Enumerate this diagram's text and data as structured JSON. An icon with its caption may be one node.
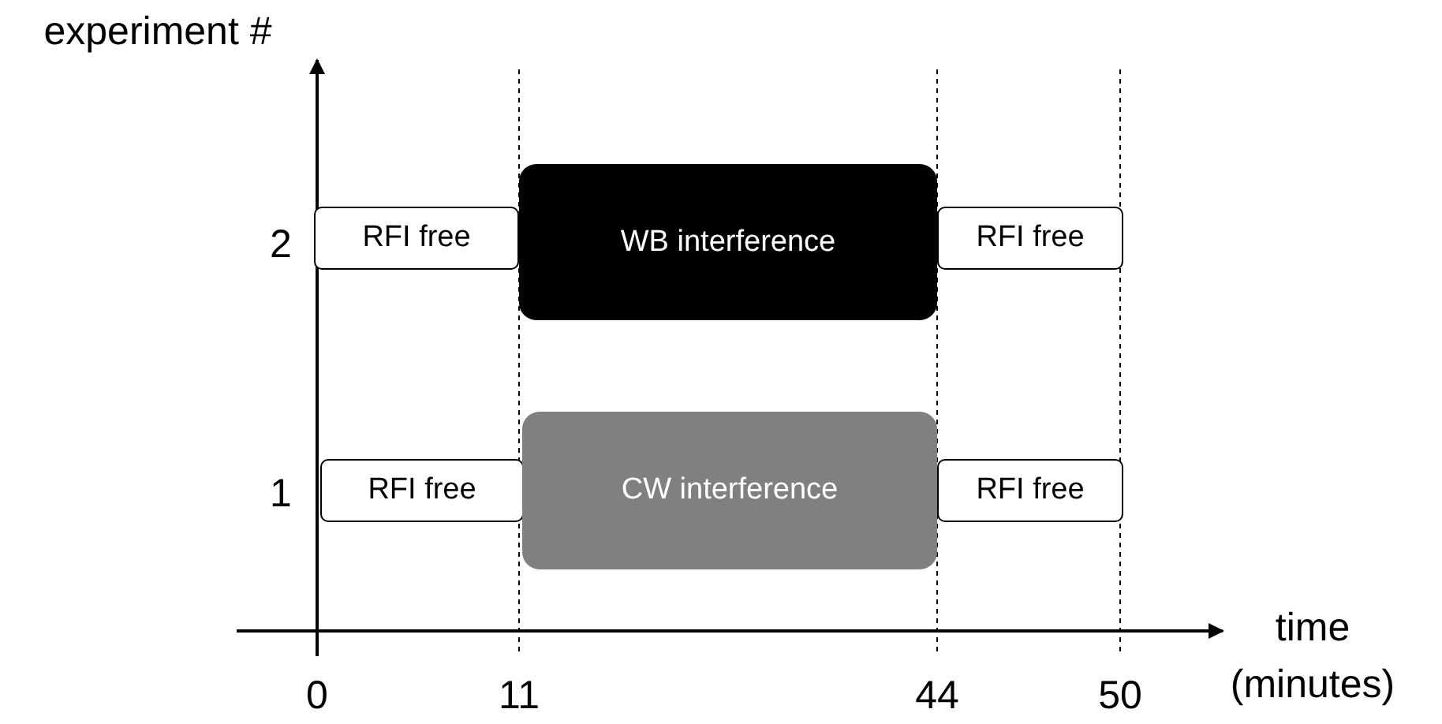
{
  "diagram": {
    "nodes": [
      {
        "text": [
          "RFI free"
        ]
      },
      {
        "text": [
          "WB interference"
        ]
      },
      {
        "text": [
          "RFI free"
        ]
      },
      {
        "text": [
          "RFI free"
        ]
      },
      {
        "text": [
          "CW interference"
        ]
      },
      {
        "text": [
          "RFI free"
        ]
      }
    ],
    "labels": [
      "experiment #",
      "2",
      "1",
      "0",
      "11",
      "44",
      "50",
      "time (minutes)"
    ]
  }
}
